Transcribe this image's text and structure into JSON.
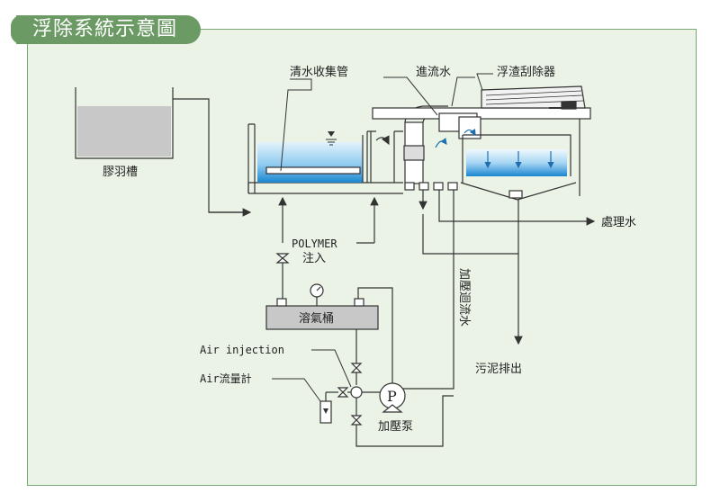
{
  "title": "浮除系統示意圖",
  "labels": {
    "flocculation_tank": "膠羽槽",
    "clear_water_pipe": "清水收集管",
    "inflow_water": "進流水",
    "scum_scraper": "浮渣刮除器",
    "treated_water": "處理水",
    "polymer": "POLYMER",
    "polymer_injection": "注入",
    "dissolving_tank": "溶氣桶",
    "air_injection": "Air injection",
    "air_flowmeter": "Air流量計",
    "pump_letter": "P",
    "pressure_pump": "加壓泵",
    "pressurized_return": "加壓迴流水",
    "sludge_discharge": "污泥排出"
  },
  "colors": {
    "panel_bg": "#ebf3e7",
    "panel_border": "#79a874",
    "title_bg": "#6b9a64",
    "water_blue": "#1f8fd6",
    "water_light": "#d4ecf9",
    "line": "#333333"
  }
}
